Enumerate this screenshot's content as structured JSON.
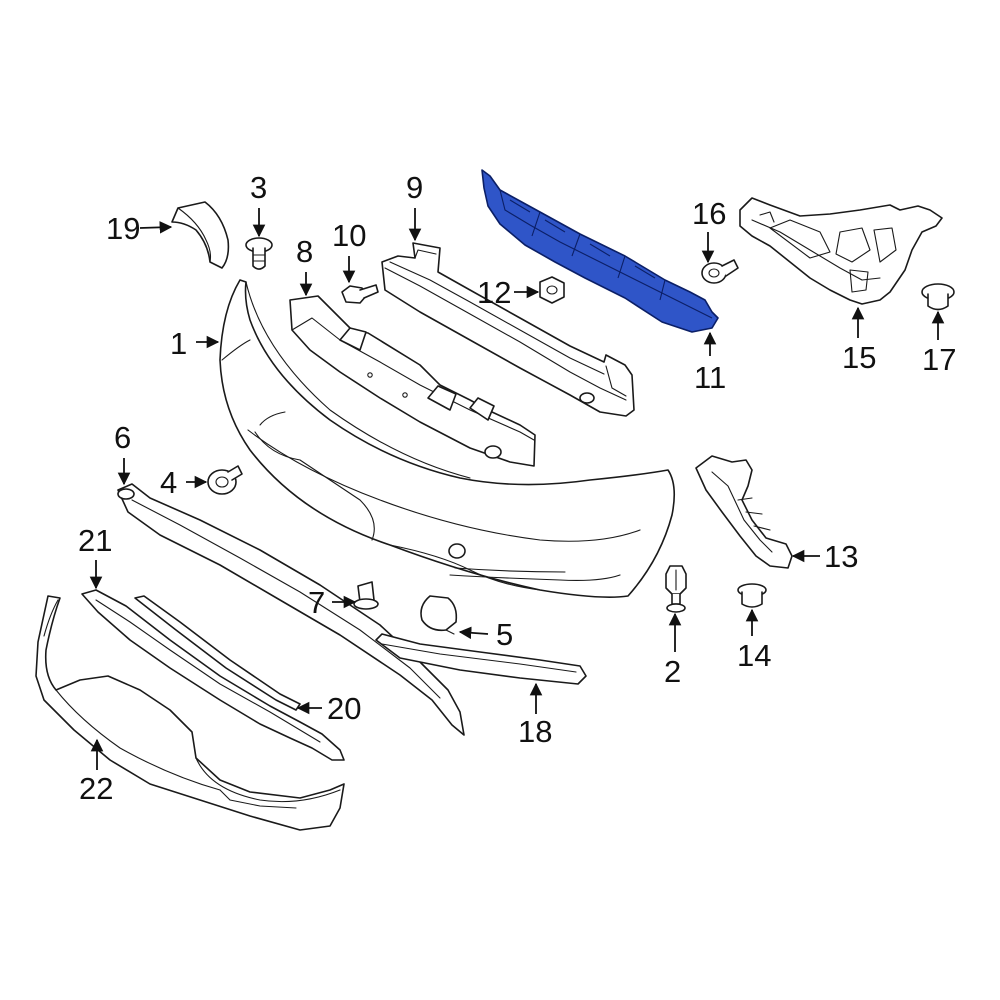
{
  "colors": {
    "line": "#1a1a1a",
    "highlight_fill": "#2f55c8",
    "highlight_stroke": "#0b1f66",
    "background": "#ffffff"
  },
  "highlighted_part": "11",
  "callouts": {
    "c1": "1",
    "c2": "2",
    "c3": "3",
    "c4": "4",
    "c5": "5",
    "c6": "6",
    "c7": "7",
    "c8": "8",
    "c9": "9",
    "c10": "10",
    "c11": "11",
    "c12": "12",
    "c13": "13",
    "c14": "14",
    "c15": "15",
    "c16": "16",
    "c17": "17",
    "c18": "18",
    "c19": "19",
    "c20": "20",
    "c21": "21",
    "c22": "22"
  }
}
